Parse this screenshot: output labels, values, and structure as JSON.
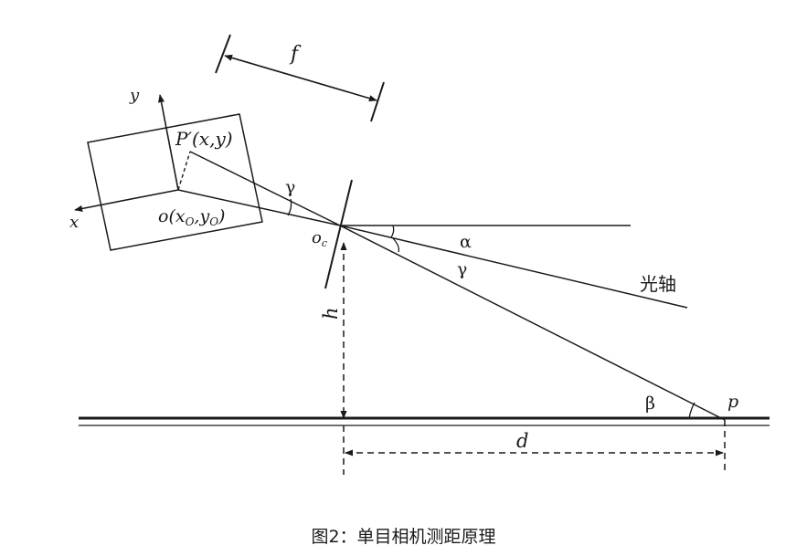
{
  "labels": {
    "f": "f",
    "y": "y",
    "x": "x",
    "p_prime": "P′(x,y)",
    "origin": "o(x",
    "origin_sub1": "O",
    "origin_mid": ",y",
    "origin_sub2": "O",
    "origin_end": ")",
    "gamma_image": "γ",
    "oc": "o",
    "oc_sub": "c",
    "alpha": "α",
    "gamma": "γ",
    "optical_axis": "光轴",
    "h": "h",
    "beta": "β",
    "p": "p",
    "d": "d"
  },
  "caption": "图2：单目相机测距原理"
}
